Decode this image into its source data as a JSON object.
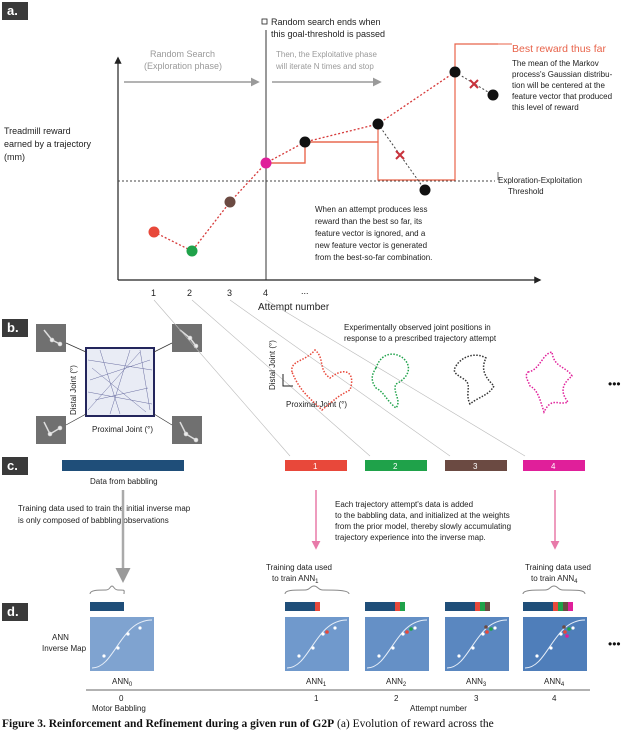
{
  "panel_a": {
    "tag": "a.",
    "ylabel_lines": [
      "Treadmill reward",
      "earned by a trajectory",
      "(mm)"
    ],
    "xlabel": "Attempt number",
    "ticks": [
      "1",
      "2",
      "3",
      "4",
      "..."
    ],
    "random_search_lines": [
      "Random Search",
      "(Exploration phase)"
    ],
    "ends_lines": [
      "Random search ends when",
      "this goal-threshold is passed"
    ],
    "exploit_lines": [
      "Then, the Exploitative phase",
      "will iterate N times and stop"
    ],
    "best_title": "Best reward thus far",
    "best_lines": [
      "The mean of the Markov",
      "process's Gaussian distribu-",
      "tion will be centered at the",
      "feature vector that produced",
      "this level of reward"
    ],
    "threshold_lines": [
      "Exploration-Exploitation",
      "Threshold"
    ],
    "less_lines": [
      "When an attempt produces less",
      "reward than the best so far, its",
      "feature vector is ignored, and a",
      "new feature vector is generated",
      "from the best-so-far combination."
    ]
  },
  "panel_b": {
    "tag": "b.",
    "ylabel": "Distal Joint (°)",
    "xlabel": "Proximal Joint (°)",
    "title_lines": [
      "Experimentally observed joint positions in",
      "response to a prescribed trajectory attempt"
    ],
    "ylabel2": "Distal Joint (°)",
    "xlabel2": "Proximal Joint (°)",
    "ellipsis": "•••"
  },
  "panel_c": {
    "tag": "c.",
    "babbling_label": "Data from babbling",
    "blocks": [
      "1",
      "2",
      "3",
      "4"
    ],
    "left_lines": [
      "Training data used to train the initial inverse map",
      "is only composed of babbling observations"
    ],
    "right_lines": [
      "Each trajectory attempt's data is added",
      "to the babbling data, and initialized at the weights",
      "from the prior model, thereby slowly accumulating",
      "trajectory experience into the inverse map."
    ]
  },
  "panel_d": {
    "tag": "d.",
    "train1_lines": [
      "Training data used",
      "to train ANN"
    ],
    "train1_sub": "1",
    "train4_lines": [
      "Training data used",
      "to train ANN"
    ],
    "train4_sub": "4",
    "ann_label_lines": [
      "ANN",
      "Inverse Map"
    ],
    "ann_names": [
      "ANN",
      "ANN",
      "ANN",
      "ANN",
      "ANN"
    ],
    "ann_subs": [
      "0",
      "1",
      "2",
      "3",
      "4"
    ],
    "numbers": [
      "0",
      "1",
      "2",
      "3",
      "4"
    ],
    "motor_babbling": "Motor Babbling",
    "attempt_number": "Attempt number",
    "ellipsis": "•••"
  },
  "caption": {
    "bold": "Figure 3. Reinforcement and Refinement during a given run of G2P",
    "rest": " (a) Evolution of reward across the"
  },
  "colors": {
    "red_dot": "#e8483a",
    "green_dot": "#1fa24a",
    "brown_dot": "#6b4a42",
    "magenta_dot": "#e01f9a",
    "best_line": "#e8634a",
    "navy_bar": "#1f4e79",
    "ann_fill": "#6f96c8"
  }
}
